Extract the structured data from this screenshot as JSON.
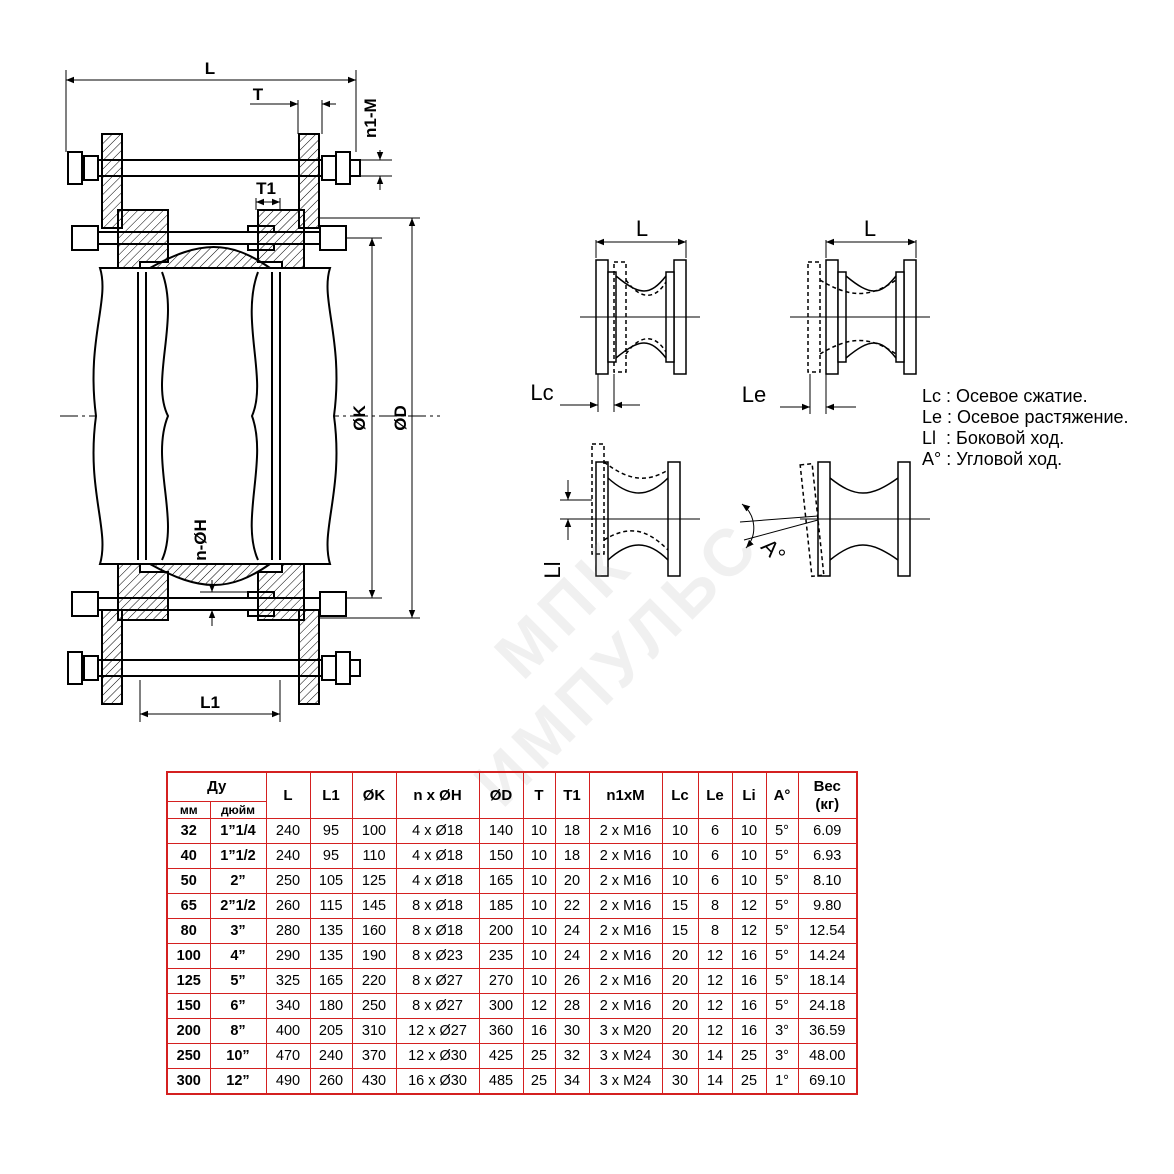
{
  "drawing": {
    "main_view": {
      "dim_labels": {
        "L": "L",
        "T": "T",
        "n1M": "n1-M",
        "T1": "T1",
        "K": "ØK",
        "D": "ØD",
        "nH": "n-ØH",
        "L1": "L1"
      }
    },
    "movement_views": {
      "compression_L": "L",
      "compression_label": "Lc",
      "extension_L": "L",
      "extension_label": "Le",
      "lateral_label": "Ll",
      "angular_label": "A°"
    },
    "watermark": "МПК ИМПУЛЬС"
  },
  "legend": [
    {
      "code": "Lc",
      "text": "Осевое сжатие."
    },
    {
      "code": "Le",
      "text": "Осевое растяжение."
    },
    {
      "code": "Ll",
      "text": "Боковой ход."
    },
    {
      "code": "A°",
      "text": "Угловой ход."
    }
  ],
  "table": {
    "header": {
      "du": "Ду",
      "mm": "мм",
      "inch": "дюйм",
      "columns": [
        "L",
        "L1",
        "ØK",
        "n x ØH",
        "ØD",
        "T",
        "T1",
        "n1xM",
        "Lc",
        "Le",
        "Li",
        "A°",
        "Вес (кг)"
      ]
    },
    "rows": [
      {
        "mm": "32",
        "inch": "1”1/4",
        "L": "240",
        "L1": "95",
        "K": "100",
        "nH": "4 x Ø18",
        "D": "140",
        "T": "10",
        "T1": "18",
        "n1M": "2 x M16",
        "Lc": "10",
        "Le": "6",
        "Li": "10",
        "A": "5°",
        "weight": "6.09"
      },
      {
        "mm": "40",
        "inch": "1”1/2",
        "L": "240",
        "L1": "95",
        "K": "110",
        "nH": "4 x Ø18",
        "D": "150",
        "T": "10",
        "T1": "18",
        "n1M": "2 x M16",
        "Lc": "10",
        "Le": "6",
        "Li": "10",
        "A": "5°",
        "weight": "6.93"
      },
      {
        "mm": "50",
        "inch": "2”",
        "L": "250",
        "L1": "105",
        "K": "125",
        "nH": "4 x Ø18",
        "D": "165",
        "T": "10",
        "T1": "20",
        "n1M": "2 x M16",
        "Lc": "10",
        "Le": "6",
        "Li": "10",
        "A": "5°",
        "weight": "8.10"
      },
      {
        "mm": "65",
        "inch": "2”1/2",
        "L": "260",
        "L1": "115",
        "K": "145",
        "nH": "8 x Ø18",
        "D": "185",
        "T": "10",
        "T1": "22",
        "n1M": "2 x M16",
        "Lc": "15",
        "Le": "8",
        "Li": "12",
        "A": "5°",
        "weight": "9.80"
      },
      {
        "mm": "80",
        "inch": "3”",
        "L": "280",
        "L1": "135",
        "K": "160",
        "nH": "8 x Ø18",
        "D": "200",
        "T": "10",
        "T1": "24",
        "n1M": "2 x M16",
        "Lc": "15",
        "Le": "8",
        "Li": "12",
        "A": "5°",
        "weight": "12.54"
      },
      {
        "mm": "100",
        "inch": "4”",
        "L": "290",
        "L1": "135",
        "K": "190",
        "nH": "8 x Ø23",
        "D": "235",
        "T": "10",
        "T1": "24",
        "n1M": "2 x M16",
        "Lc": "20",
        "Le": "12",
        "Li": "16",
        "A": "5°",
        "weight": "14.24"
      },
      {
        "mm": "125",
        "inch": "5”",
        "L": "325",
        "L1": "165",
        "K": "220",
        "nH": "8 x Ø27",
        "D": "270",
        "T": "10",
        "T1": "26",
        "n1M": "2 x M16",
        "Lc": "20",
        "Le": "12",
        "Li": "16",
        "A": "5°",
        "weight": "18.14"
      },
      {
        "mm": "150",
        "inch": "6”",
        "L": "340",
        "L1": "180",
        "K": "250",
        "nH": "8 x Ø27",
        "D": "300",
        "T": "12",
        "T1": "28",
        "n1M": "2 x M16",
        "Lc": "20",
        "Le": "12",
        "Li": "16",
        "A": "5°",
        "weight": "24.18"
      },
      {
        "mm": "200",
        "inch": "8”",
        "L": "400",
        "L1": "205",
        "K": "310",
        "nH": "12 x Ø27",
        "D": "360",
        "T": "16",
        "T1": "30",
        "n1M": "3 x M20",
        "Lc": "20",
        "Le": "12",
        "Li": "16",
        "A": "3°",
        "weight": "36.59"
      },
      {
        "mm": "250",
        "inch": "10”",
        "L": "470",
        "L1": "240",
        "K": "370",
        "nH": "12 x Ø30",
        "D": "425",
        "T": "25",
        "T1": "32",
        "n1M": "3 x M24",
        "Lc": "30",
        "Le": "14",
        "Li": "25",
        "A": "3°",
        "weight": "48.00"
      },
      {
        "mm": "300",
        "inch": "12”",
        "L": "490",
        "L1": "260",
        "K": "430",
        "nH": "16 x Ø30",
        "D": "485",
        "T": "25",
        "T1": "34",
        "n1M": "3 x M24",
        "Lc": "30",
        "Le": "14",
        "Li": "25",
        "A": "1°",
        "weight": "69.10"
      }
    ]
  },
  "colors": {
    "table_border": "#d42020",
    "line": "#000000",
    "watermark": "#a0a0a0"
  }
}
